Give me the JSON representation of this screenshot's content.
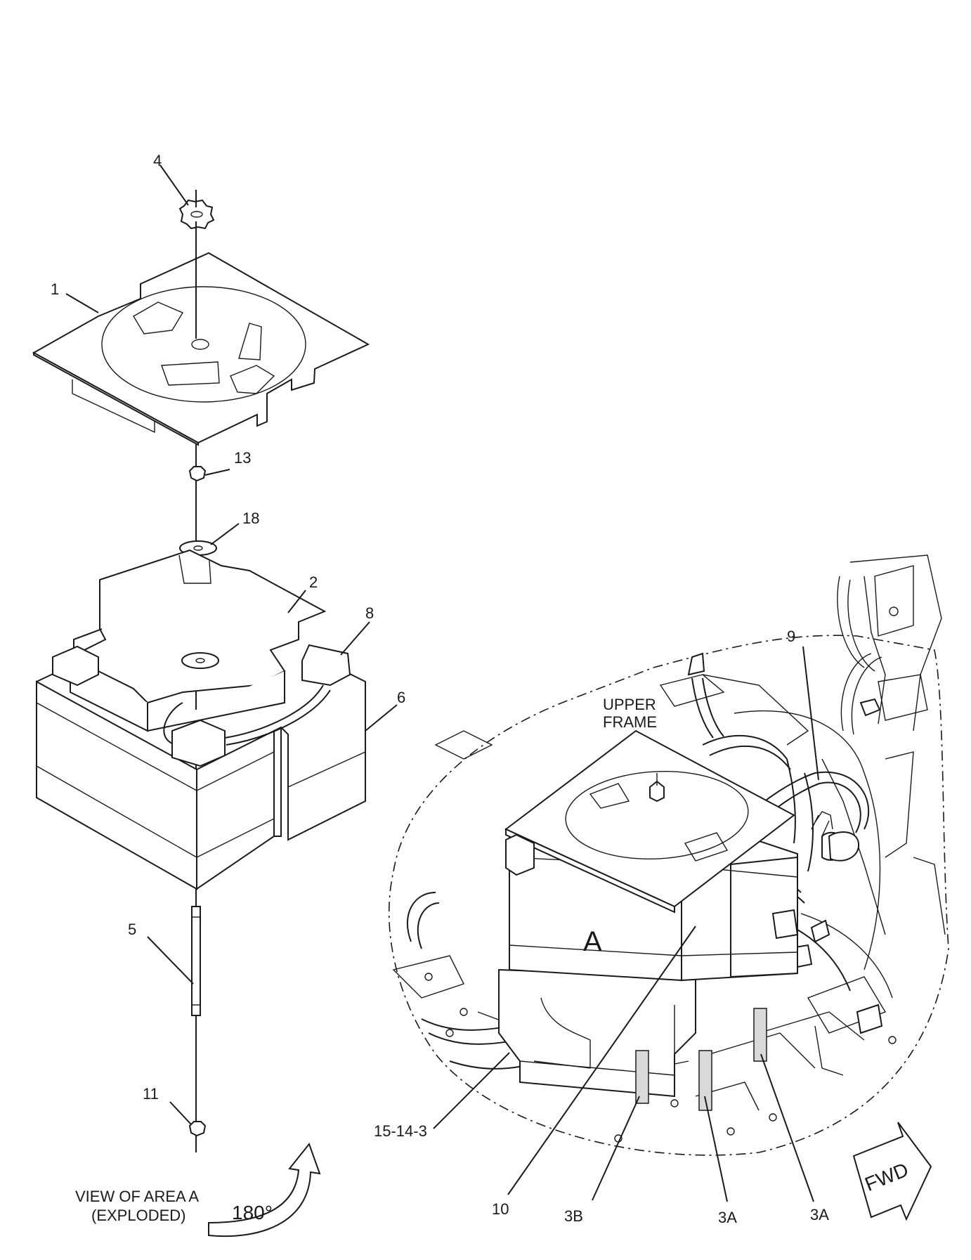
{
  "callouts_exploded": {
    "c1": "1",
    "c2": "2",
    "c4": "4",
    "c5": "5",
    "c6": "6",
    "c8": "8",
    "c11": "11",
    "c13": "13",
    "c18": "18"
  },
  "callouts_assembly": {
    "c9": "9",
    "c10": "10",
    "c15": "15-14-3",
    "c3b": "3B",
    "c3a_left": "3A",
    "c3a_right": "3A"
  },
  "labels": {
    "upper_frame_line1": "UPPER",
    "upper_frame_line2": "FRAME",
    "battery_area": "A",
    "view_line1": "VIEW OF AREA  A",
    "view_line2": "(EXPLODED)",
    "rotation": "180°",
    "forward": "FWD"
  }
}
